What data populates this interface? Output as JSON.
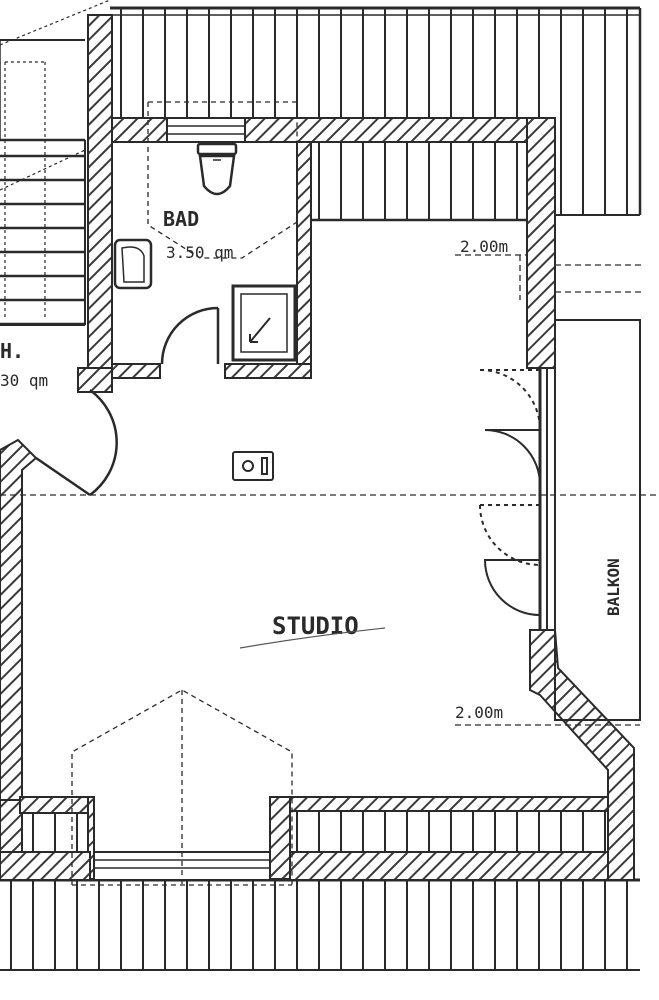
{
  "colors": {
    "paper": "#ffffff",
    "ink": "#2a2a2a",
    "wall_hatch": "#3a3a3a"
  },
  "rooms": {
    "bad": {
      "name": "BAD",
      "area": "3.50 qm"
    },
    "studio": {
      "name": "STUDIO"
    },
    "flur_partial": {
      "name": "H.",
      "area": "30 qm"
    },
    "balkon": {
      "name": "BALKON"
    }
  },
  "dimensions": {
    "clear_height_top": "2.00m",
    "clear_height_bottom": "2.00m"
  }
}
